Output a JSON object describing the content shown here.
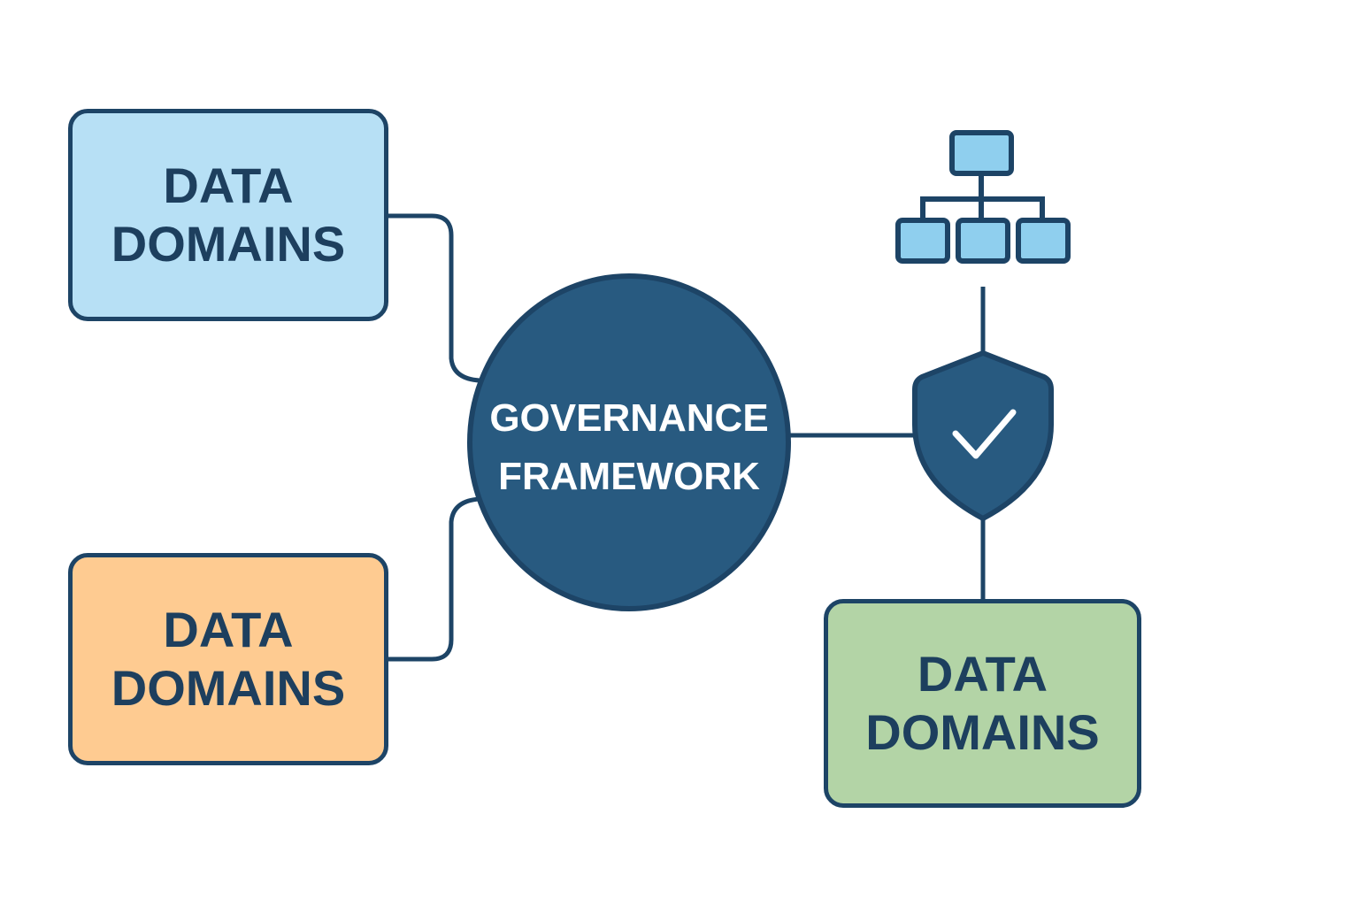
{
  "diagram": {
    "center": {
      "label": "GOVERNANCE\nFRAMEWORK",
      "fill": "#285a80",
      "stroke": "#1d4466"
    },
    "nodes": [
      {
        "id": "top-left",
        "label": "DATA\nDOMAINS",
        "fill": "#b7e0f5"
      },
      {
        "id": "bottom-left",
        "label": "DATA\nDOMAINS",
        "fill": "#fecb91"
      },
      {
        "id": "bottom-right",
        "label": "DATA\nDOMAINS",
        "fill": "#b3d4a6"
      }
    ],
    "icons": [
      {
        "name": "hierarchy-icon",
        "fill": "#8fcfee"
      },
      {
        "name": "shield-check-icon",
        "fill": "#285a80"
      }
    ],
    "line_color": "#1d4466"
  }
}
